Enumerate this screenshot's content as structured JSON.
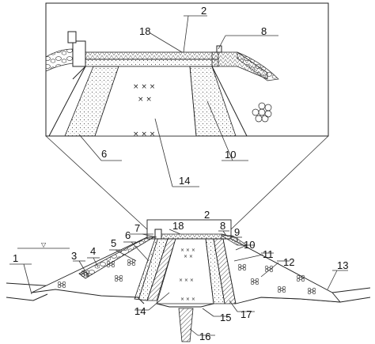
{
  "labels": {
    "l1": "1",
    "l2": "2",
    "l3": "3",
    "l4": "4",
    "l5": "5",
    "l6": "6",
    "l7": "7",
    "l8": "8",
    "l9": "9",
    "l10": "10",
    "l11": "11",
    "l12": "12",
    "l13": "13",
    "l14": "14",
    "l15": "15",
    "l16": "16",
    "l17": "17",
    "l18": "18"
  },
  "inset_labels": {
    "i2": "2",
    "i6": "6",
    "i8": "8",
    "i10": "10",
    "i14": "14",
    "i18": "18"
  },
  "water_symbol": "▽"
}
